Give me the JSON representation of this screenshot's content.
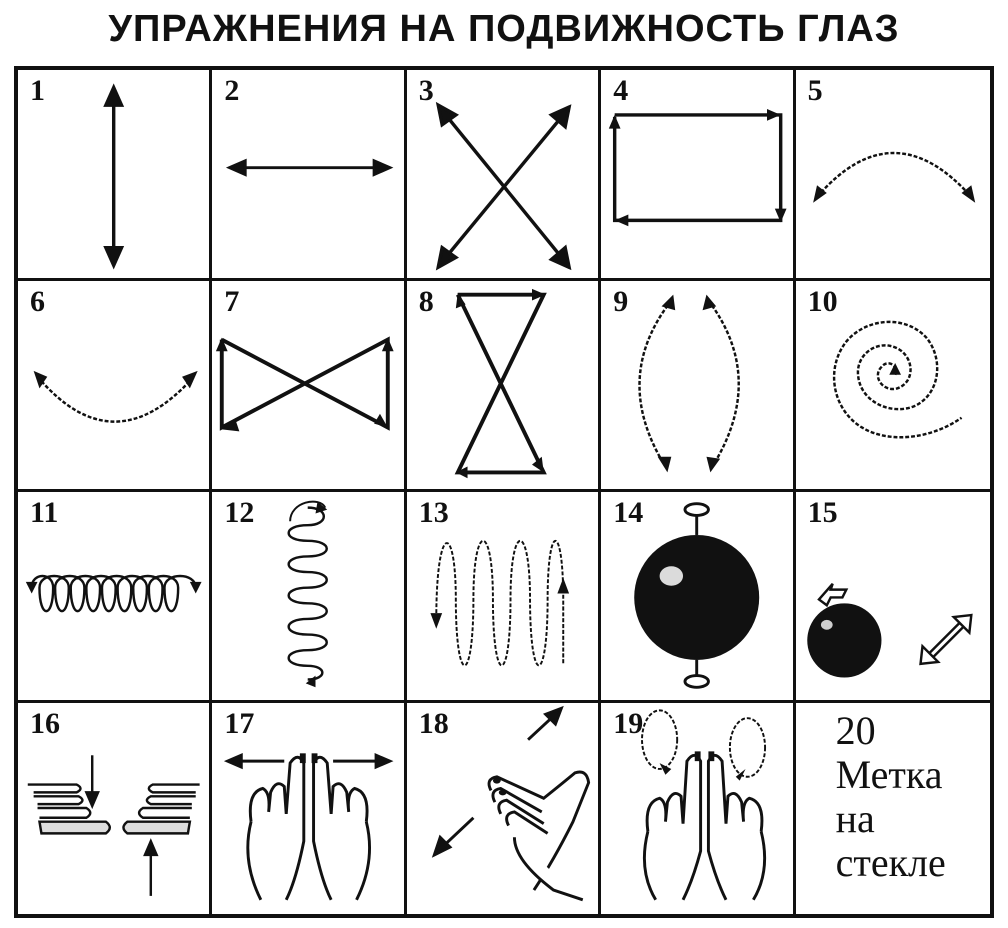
{
  "title": "УПРАЖНЕНИЯ НА ПОДВИЖНОСТЬ ГЛАЗ",
  "cells": [
    {
      "num": "1"
    },
    {
      "num": "2"
    },
    {
      "num": "3"
    },
    {
      "num": "4"
    },
    {
      "num": "5"
    },
    {
      "num": "6"
    },
    {
      "num": "7"
    },
    {
      "num": "8"
    },
    {
      "num": "9"
    },
    {
      "num": "10"
    },
    {
      "num": "11"
    },
    {
      "num": "12"
    },
    {
      "num": "13"
    },
    {
      "num": "14"
    },
    {
      "num": "15"
    },
    {
      "num": "16"
    },
    {
      "num": "17"
    },
    {
      "num": "18"
    },
    {
      "num": "19"
    },
    {
      "num": "20",
      "lines": [
        "Метка",
        "на",
        "стекле"
      ]
    }
  ],
  "icons": {
    "1": "vertical-double-arrow-icon",
    "2": "horizontal-double-arrow-icon",
    "3": "diagonal-cross-arrows-icon",
    "4": "rectangle-path-icon",
    "5": "upper-arc-arrow-icon",
    "6": "lower-arc-arrow-icon",
    "7": "horizontal-hourglass-path-icon",
    "8": "vertical-hourglass-path-icon",
    "9": "two-vertical-arcs-icon",
    "10": "spiral-icon",
    "11": "horizontal-coil-icon",
    "12": "vertical-coil-icon",
    "13": "zigzag-wave-icon",
    "14": "globe-ball-icon",
    "15": "small-ball-arrows-icon",
    "16": "fingers-up-down-icon",
    "17": "palms-fingers-spread-icon",
    "18": "palms-diagonal-icon",
    "19": "palms-circles-icon"
  }
}
